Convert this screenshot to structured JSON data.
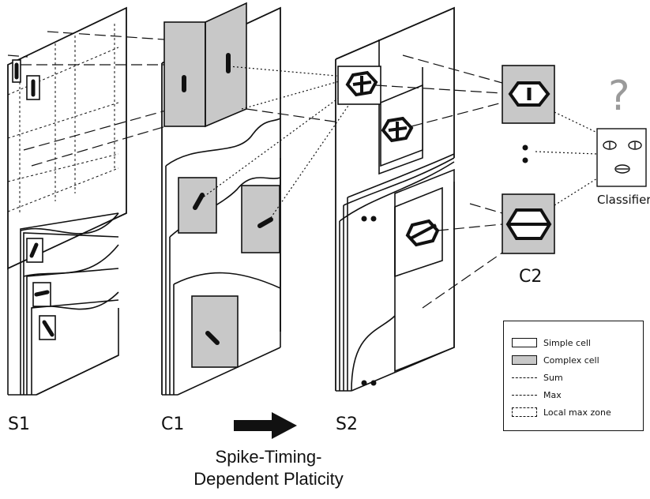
{
  "labels": {
    "s1": "S1",
    "c1": "C1",
    "s2": "S2",
    "c2": "C2",
    "classifier": "Classifier",
    "question_mark": "?"
  },
  "caption": {
    "line1": "Spike-Timing-",
    "line2": "Dependent Platicity"
  },
  "legend": {
    "simple_cell": "Simple cell",
    "complex_cell": "Complex cell",
    "sum": "Sum",
    "max": "Max",
    "local_max_zone": "Local max zone"
  },
  "colors": {
    "complex_fill": "#c8c8c8",
    "ink": "#111111",
    "question": "#9a9a9a"
  }
}
